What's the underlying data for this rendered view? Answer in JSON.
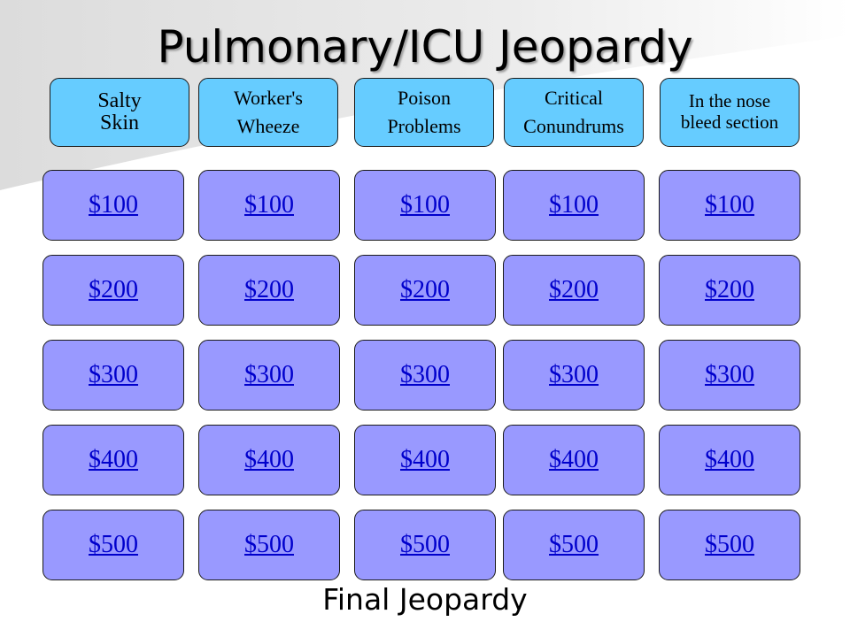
{
  "title": "Pulmonary/ICU Jeopardy",
  "categories": [
    {
      "label": "Salty\nSkin"
    },
    {
      "label": "Worker's\nWheeze"
    },
    {
      "label": "Poison\nProblems"
    },
    {
      "label": "Critical\nConundrums"
    },
    {
      "label": "In the nose\nbleed section"
    }
  ],
  "values": [
    "$100",
    "$200",
    "$300",
    "$400",
    "$500"
  ],
  "final_label": "Final Jeopardy",
  "colors": {
    "category_bg": "#66ccff",
    "tile_bg": "#9999ff",
    "tile_text": "#0000cc",
    "border": "#1a1a1a"
  }
}
